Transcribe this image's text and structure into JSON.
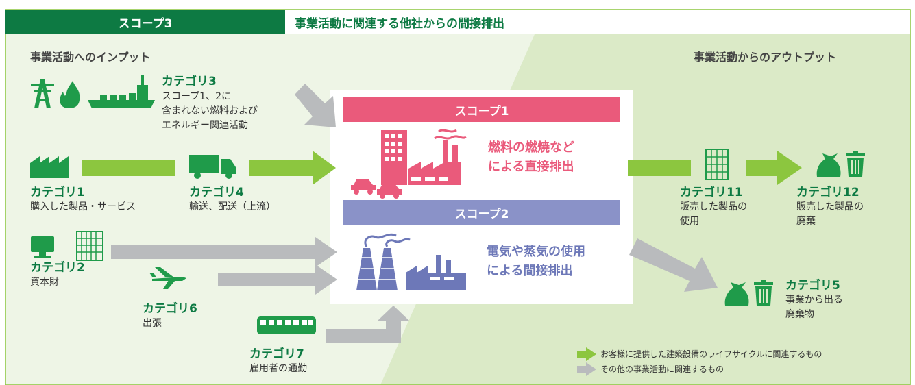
{
  "header": {
    "scope_label": "スコープ3",
    "title": "事業活動に関連する他社からの間接排出"
  },
  "sections": {
    "input": "事業活動へのインプット",
    "output": "事業活動からのアウトプット"
  },
  "categories": {
    "cat3": {
      "title": "カテゴリ3",
      "desc": "スコープ1、2に\n含まれない燃料および\nエネルギー関連活動"
    },
    "cat1": {
      "title": "カテゴリ1",
      "desc": "購入した製品・サービス"
    },
    "cat4": {
      "title": "カテゴリ4",
      "desc": "輸送、配送（上流）"
    },
    "cat2": {
      "title": "カテゴリ2",
      "desc": "資本財"
    },
    "cat6": {
      "title": "カテゴリ6",
      "desc": "出張"
    },
    "cat7": {
      "title": "カテゴリ7",
      "desc": "雇用者の通勤"
    },
    "cat11": {
      "title": "カテゴリ11",
      "desc": "販売した製品の\n使用"
    },
    "cat12": {
      "title": "カテゴリ12",
      "desc": "販売した製品の\n廃棄"
    },
    "cat5": {
      "title": "カテゴリ5",
      "desc": "事業から出る\n廃棄物"
    }
  },
  "scope1": {
    "label": "スコープ1",
    "text": "燃料の燃焼など\nによる直接排出"
  },
  "scope2": {
    "label": "スコープ2",
    "text": "電気や蒸気の使用\nによる間接排出"
  },
  "legend": {
    "green": "お客様に提供した建築設備のライフサイクルに関連するもの",
    "gray": "その他の事業活動に関連するもの"
  },
  "colors": {
    "dark_green": "#0d7a43",
    "icon_green": "#1f9b4a",
    "arrow_green": "#8cc63f",
    "arrow_gray": "#b9bbbd",
    "scope1": "#ea5a7b",
    "scope2": "#8a92c8",
    "scope2_icon": "#6d78b8",
    "bg_light": "#eef5e6",
    "bg_output": "#dbeac7"
  }
}
